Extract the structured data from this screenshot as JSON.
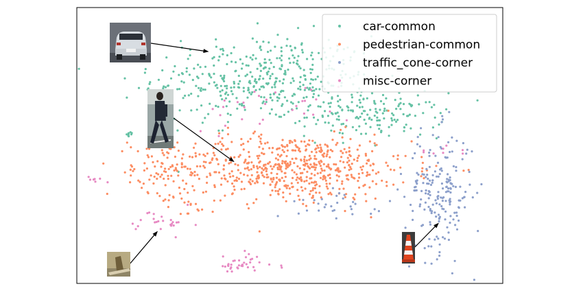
{
  "chart_data": {
    "type": "scatter",
    "title": "",
    "xlabel": "",
    "ylabel": "",
    "grid": false,
    "axis_ticks": false,
    "legend": {
      "position": "top-right",
      "entries": [
        "car-common",
        "pedestrian-common",
        "traffic_cone-corner",
        "misc-corner"
      ]
    },
    "xlim": [
      0,
      100
    ],
    "ylim": [
      0,
      100
    ],
    "series": [
      {
        "name": "car-common",
        "color": "#66c2a5",
        "clusters": [
          {
            "cx": 44,
            "cy": 74,
            "sx": 13,
            "sy": 8,
            "n": 430
          },
          {
            "cx": 70,
            "cy": 61,
            "sx": 8,
            "sy": 4,
            "n": 150
          },
          {
            "cx": 12.5,
            "cy": 54,
            "sx": 0.5,
            "sy": 0.4,
            "n": 8
          }
        ]
      },
      {
        "name": "pedestrian-common",
        "color": "#fc8d62",
        "clusters": [
          {
            "cx": 50,
            "cy": 42,
            "sx": 14,
            "sy": 6,
            "n": 620
          },
          {
            "cx": 20,
            "cy": 43,
            "sx": 4,
            "sy": 5,
            "n": 60
          },
          {
            "cx": 28,
            "cy": 30,
            "sx": 4,
            "sy": 4,
            "n": 25
          }
        ]
      },
      {
        "name": "traffic_cone-corner",
        "color": "#8da0cb",
        "clusters": [
          {
            "cx": 85,
            "cy": 33,
            "sx": 4,
            "sy": 11,
            "n": 200
          },
          {
            "cx": 62,
            "cy": 29,
            "sx": 5,
            "sy": 2.5,
            "n": 30
          }
        ]
      },
      {
        "name": "misc-corner",
        "color": "#e78ac3",
        "clusters": [
          {
            "cx": 38,
            "cy": 7,
            "sx": 2.5,
            "sy": 2,
            "n": 35
          },
          {
            "cx": 20,
            "cy": 21,
            "sx": 4,
            "sy": 3,
            "n": 25
          },
          {
            "cx": 5,
            "cy": 38,
            "sx": 1.5,
            "sy": 0.8,
            "n": 8
          },
          {
            "cx": 45,
            "cy": 64,
            "sx": 10,
            "sy": 4,
            "n": 30
          },
          {
            "cx": 48,
            "cy": 6,
            "sx": 0.4,
            "sy": 0.3,
            "n": 2
          },
          {
            "cx": 87,
            "cy": 48,
            "sx": 3,
            "sy": 1.5,
            "n": 8
          }
        ]
      }
    ],
    "annotations": [
      {
        "icon": "car-image-thumbnail",
        "series": "car-common",
        "target": [
          31,
          84
        ]
      },
      {
        "icon": "pedestrian-image-thumbnail",
        "series": "pedestrian-common",
        "target": [
          37,
          44
        ]
      },
      {
        "icon": "misc-object-image-thumbnail",
        "series": "misc-corner",
        "target": [
          19,
          19
        ]
      },
      {
        "icon": "traffic-cone-image-thumbnail",
        "series": "traffic_cone-corner",
        "target": [
          85,
          22
        ]
      }
    ]
  }
}
